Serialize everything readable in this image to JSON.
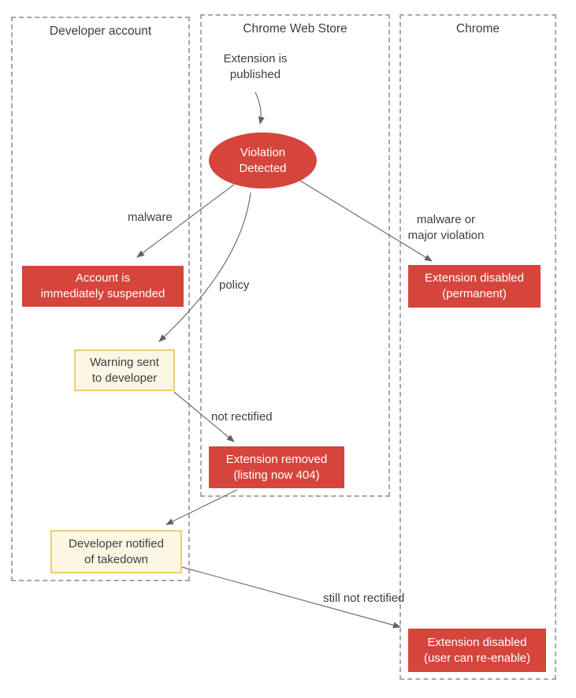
{
  "colors": {
    "node_red": "#d5453c",
    "cream_bg": "#fdf6e2",
    "cream_border": "#f0cd72",
    "arrow_line": "#707070",
    "arrow_head": "#5f6368",
    "text_dark": "#3c4043",
    "text_light": "#ffffff",
    "lane_border": "#a8a8a8"
  },
  "lanes": {
    "developer": {
      "title": "Developer account"
    },
    "webstore": {
      "title": "Chrome Web Store"
    },
    "chrome": {
      "title": "Chrome"
    }
  },
  "nodes": {
    "published": {
      "line1": "Extension is",
      "line2": "published"
    },
    "violation": {
      "line1": "Violation",
      "line2": "Detected"
    },
    "suspended": {
      "line1": "Account is",
      "line2": "immediately suspended"
    },
    "disabled_permanent": {
      "line1": "Extension disabled",
      "line2": "(permanent)"
    },
    "warning": {
      "line1": "Warning sent",
      "line2": "to developer"
    },
    "removed": {
      "line1": "Extension removed",
      "line2": "(listing now 404)"
    },
    "notified": {
      "line1": "Developer notified",
      "line2": "of takedown"
    },
    "disabled_reenable": {
      "line1": "Extension disabled",
      "line2": "(user can re-enable)"
    }
  },
  "edge_labels": {
    "malware": "malware",
    "policy": "policy",
    "major_line1": "malware or",
    "major_line2": "major violation",
    "not_rectified": "not rectified",
    "still_not_rectified": "still not rectified"
  }
}
